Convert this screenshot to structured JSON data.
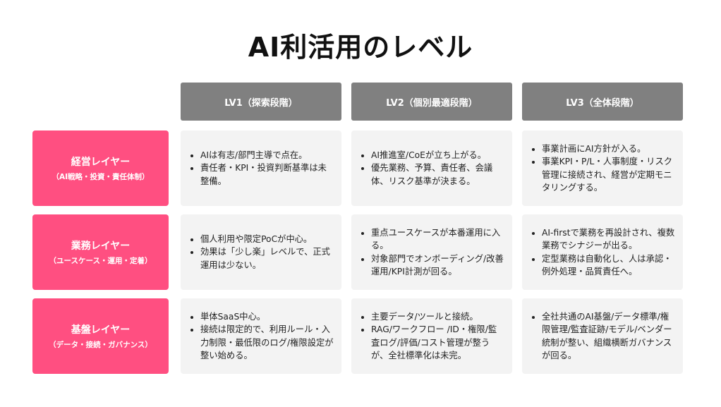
{
  "title": "AI利活用のレベル",
  "columns": [
    "LV1（探索段階）",
    "LV2（個別最適段階）",
    "LV3（全体段階）"
  ],
  "rows": [
    {
      "label": "経営レイヤー",
      "sub": "（AI戦略・投資・責任体制）",
      "cells": [
        [
          "AIは有志/部門主導で点在。",
          "責任者・KPI・投資判断基準は未整備。"
        ],
        [
          "AI推進室/CoEが立ち上がる。",
          "優先業務、予算、責任者、会議体、リスク基準が決まる。"
        ],
        [
          "事業計画にAI方針が入る。",
          "事業KPI・P/L・人事制度・リスク管理に接続され、経営が定期モニタリングする。"
        ]
      ]
    },
    {
      "label": "業務レイヤー",
      "sub": "（ユースケース・運用・定着）",
      "cells": [
        [
          "個人利用や限定PoCが中心。",
          "効果は「少し楽」レベルで、正式運用は少ない。"
        ],
        [
          "重点ユースケースが本番運用に入る。",
          "対象部門でオンボーディング/改善運用/KPI計測が回る。"
        ],
        [
          "AI-firstで業務を再設計され、複数業務でシナジーが出る。",
          "定型業務は自動化し、人は承認・例外処理・品質責任へ。"
        ]
      ]
    },
    {
      "label": "基盤レイヤー",
      "sub": "（データ・接続・ガバナンス）",
      "cells": [
        [
          "単体SaaS中心。",
          "接続は限定的で、利用ルール・入力制限・最低限のログ/権限設定が整い始める。"
        ],
        [
          "主要データ/ツールと接続。",
          "RAG/ワークフロー /ID・権限/監査ログ/評価/コスト管理が整うが、全社標準化は未完。"
        ],
        [
          "全社共通のAI基盤/データ標準/権限管理/監査証跡/モデル/ベンダー統制が整い、組織横断ガバナンスが回る。"
        ]
      ]
    }
  ],
  "colors": {
    "header": "#808080",
    "label": "#ff4f81",
    "cell": "#f3f3f3"
  }
}
